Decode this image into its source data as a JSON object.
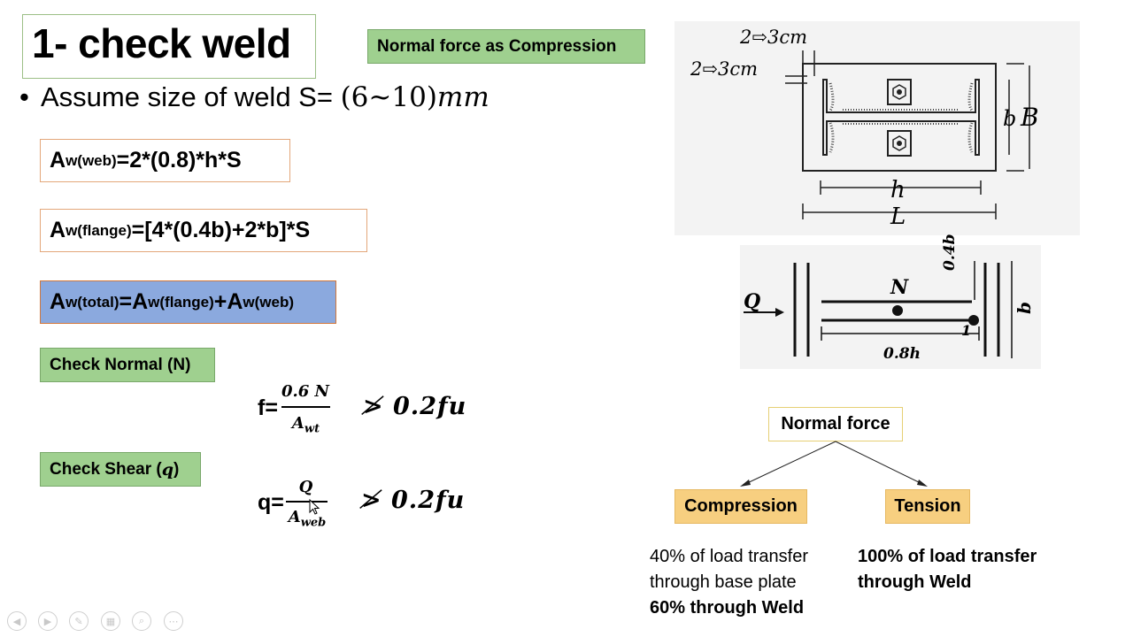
{
  "slide": {
    "title": "1- check weld",
    "tag_compression": "Normal force as Compression",
    "bullet": "•",
    "assume_text": "Assume size of weld S= ",
    "assume_math": "(6~10)",
    "assume_unit": "mm"
  },
  "formulas": {
    "aw_web": {
      "A": "A",
      "sub": "w(web)",
      "rest": "=2*(0.8)*h*S"
    },
    "aw_flange": {
      "A": "A",
      "sub": "w(flange)",
      "rest": "=[4*(0.4b)+2*b]*S"
    },
    "aw_total": {
      "A1": "A",
      "sub1": "w(total)",
      "eq": "=A",
      "sub2": "w(flange)",
      "plus": "+A",
      "sub3": "w(web)"
    }
  },
  "checks": {
    "normal_label": "Check Normal (N)",
    "shear_label_prefix": "Check Shear (",
    "shear_label_var": "q",
    "shear_label_suffix": ")",
    "f_prefix": "f=",
    "f_num": "0.6 N",
    "f_den_main": "A",
    "f_den_sub": "wt",
    "f_limit": "≯ 0.2fu",
    "q_prefix": "q=",
    "q_num": "Q",
    "q_den_main": "A",
    "q_den_sub": "web",
    "q_limit": "≯ 0.2fu"
  },
  "diagram_top": {
    "dim1": "2⇨3cm",
    "dim2": "2⇨3cm",
    "b": "b",
    "B": "B",
    "h": "h",
    "L": "L"
  },
  "diagram_bottom": {
    "Q": "Q",
    "N": "N",
    "dim_04b": "0.4b",
    "b": "b",
    "one": "1",
    "dim_08h": "0.8h"
  },
  "tree": {
    "root": "Normal force",
    "left": "Compression",
    "right": "Tension",
    "left_note_1": "40% of load transfer",
    "left_note_2": "through base plate",
    "left_note_3": "60% through Weld",
    "right_note_1": "100% of load transfer",
    "right_note_2": "through Weld"
  },
  "controls": [
    "prev-icon",
    "play-icon",
    "pen-icon",
    "slides-icon",
    "zoom-icon",
    "more-icon"
  ]
}
